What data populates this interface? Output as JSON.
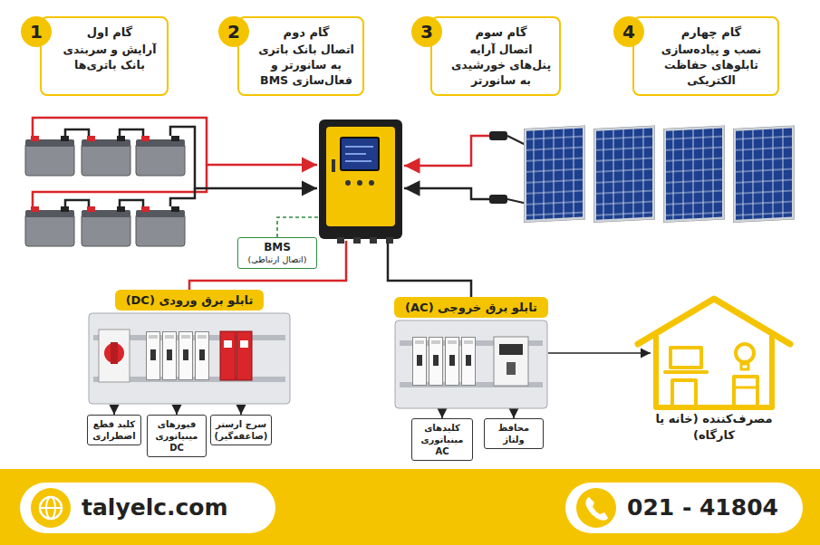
{
  "diagram": {
    "nodes": [
      {
        "text": [
          "1"
        ]
      },
      {
        "text": [
          "گام اول",
          "آرایش و سربندی بانک باتری‌ها"
        ]
      },
      {
        "text": [
          "2"
        ]
      },
      {
        "text": [
          "گام دوم",
          "اتصال بانک باتری به سانورتر و فعال‌سازی BMS"
        ]
      },
      {
        "text": [
          "3"
        ]
      },
      {
        "text": [
          "گام سوم",
          "اتصال آرایه پنل‌های خورشیدی به سانورتر"
        ]
      },
      {
        "text": [
          "4"
        ]
      },
      {
        "text": [
          "گام چهارم",
          "نصب و پیاده‌سازی تابلوهای حفاظت الکتریکی"
        ]
      },
      {
        "text": [
          "BMS",
          "(اتصال ارتباطی)"
        ]
      },
      {
        "text": [
          "تابلو برق ورودی (DC)"
        ]
      },
      {
        "text": [
          "کلید قطع اضطراری"
        ]
      },
      {
        "text": [
          "فیوزهای مینیاتوری DC"
        ]
      },
      {
        "text": [
          "سرج ارستر (صاعقه‌گیر)"
        ]
      },
      {
        "text": [
          "تابلو برق خروجی (AC)"
        ]
      },
      {
        "text": [
          "کلیدهای مینیاتوری AC"
        ]
      },
      {
        "text": [
          "محافظ ولتاژ"
        ]
      },
      {
        "text": [
          "مصرف‌کننده (خانه یا کارگاه)"
        ]
      },
      {
        "text": [
          "talyelc.com"
        ]
      },
      {
        "text": [
          "021 - 41804"
        ]
      }
    ],
    "edges": [
      {
        "from": 9,
        "to": 10,
        "arrow": "to"
      },
      {
        "from": 9,
        "to": 11,
        "arrow": "to"
      },
      {
        "from": 9,
        "to": 12,
        "arrow": "to"
      },
      {
        "from": 13,
        "to": 14,
        "arrow": "to"
      },
      {
        "from": 13,
        "to": 15,
        "arrow": "to"
      },
      {
        "from": 13,
        "to": 16,
        "arrow": "to"
      }
    ]
  }
}
